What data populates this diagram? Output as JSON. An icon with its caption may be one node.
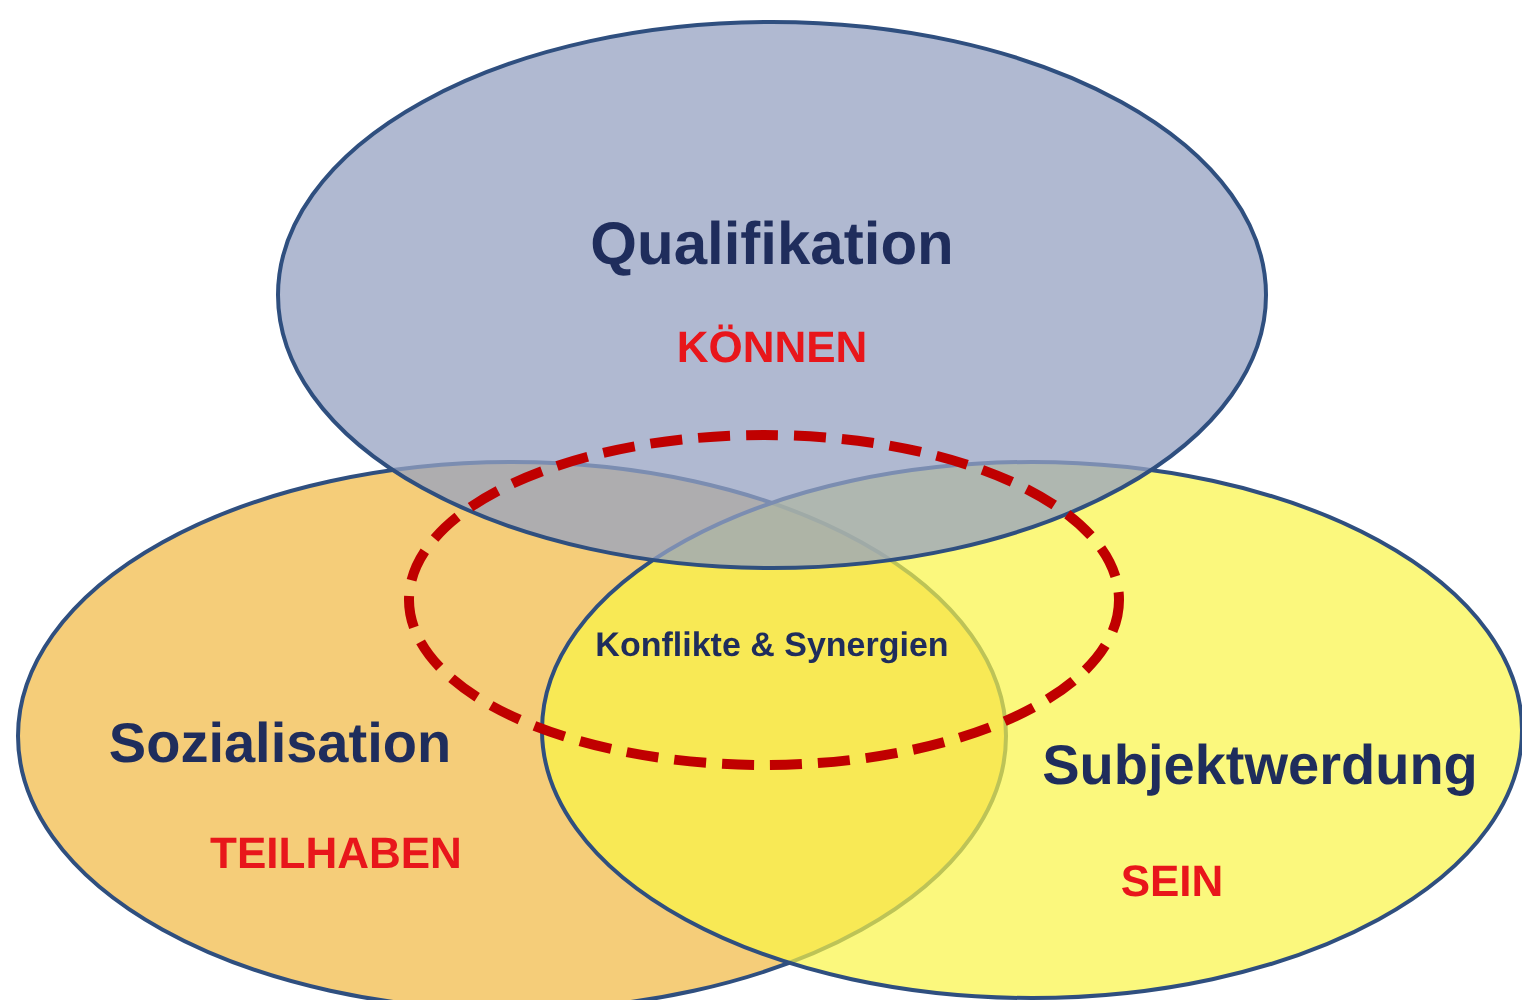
{
  "diagram": {
    "nodes": [
      {
        "text": [
          "Qualifikation",
          "KÖNNEN"
        ]
      },
      {
        "text": [
          "Sozialisation",
          "TEILHABEN"
        ]
      },
      {
        "text": [
          "Subjektwerdung",
          "SEIN"
        ]
      },
      {
        "text": [
          "Konflikte  & Synergien"
        ]
      }
    ],
    "edges": []
  }
}
